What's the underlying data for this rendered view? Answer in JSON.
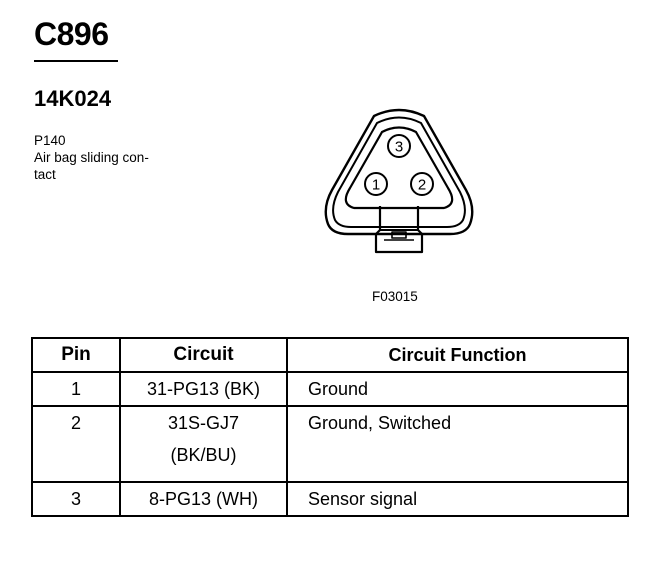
{
  "header": {
    "connector_id": "C896",
    "part_number": "14K024",
    "description_lines": [
      "P140",
      "Air bag sliding con-",
      "tact"
    ]
  },
  "figure": {
    "code": "F03015",
    "pin_labels": [
      "1",
      "2",
      "3"
    ]
  },
  "table": {
    "headers": {
      "pin": "Pin",
      "circuit": "Circuit",
      "function": "Circuit Function"
    },
    "rows": [
      {
        "pin": "1",
        "circuit_lines": [
          "31-PG13 (BK)"
        ],
        "function": "Ground"
      },
      {
        "pin": "2",
        "circuit_lines": [
          "31S-GJ7",
          "(BK/BU)"
        ],
        "function": "Ground, Switched"
      },
      {
        "pin": "3",
        "circuit_lines": [
          "8-PG13 (WH)"
        ],
        "function": "Sensor signal"
      }
    ]
  }
}
